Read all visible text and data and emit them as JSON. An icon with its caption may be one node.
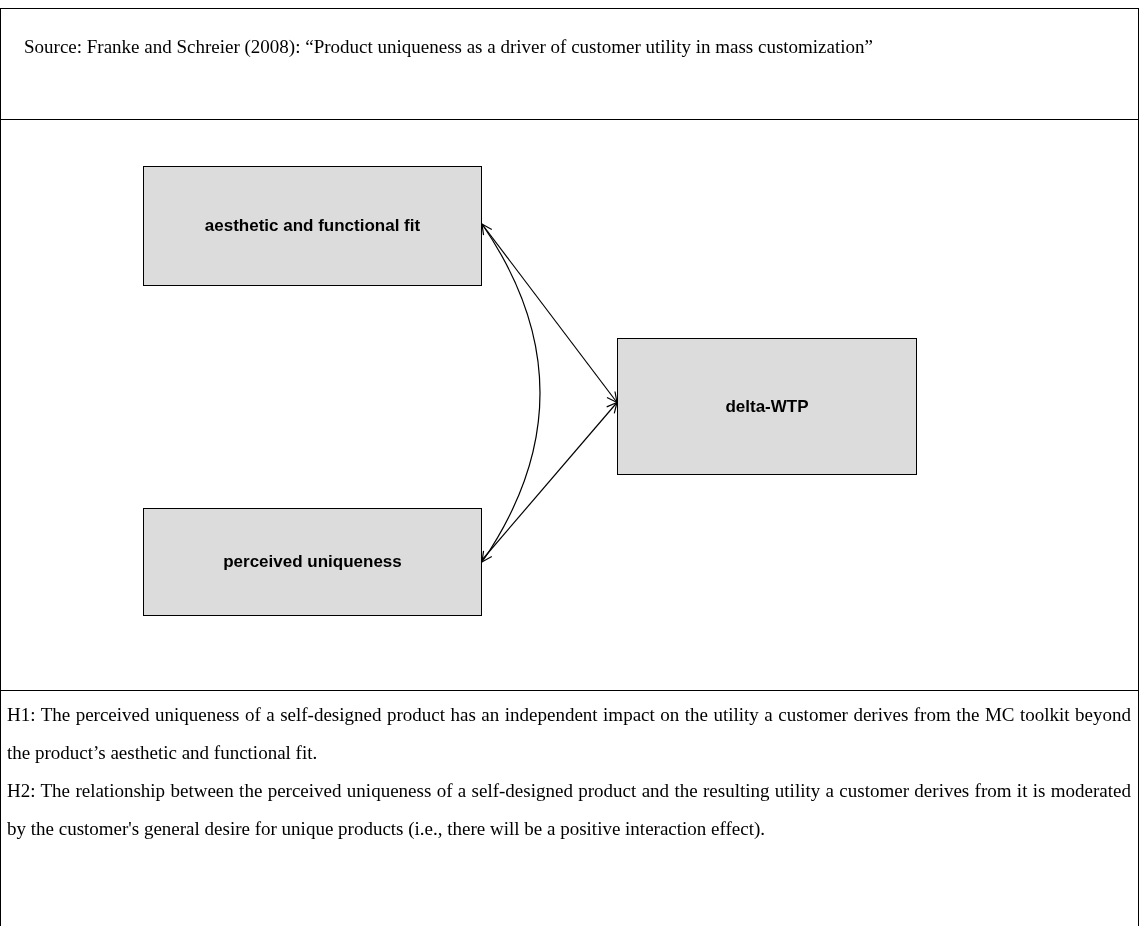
{
  "diagram": {
    "nodes": [
      {
        "text": [
          "aesthetic and functional fit"
        ]
      },
      {
        "text": [
          "perceived uniqueness"
        ]
      },
      {
        "text": [
          "delta-WTP"
        ]
      }
    ],
    "edges": [
      {
        "from": 0,
        "to": 2,
        "arrow": "to"
      },
      {
        "from": 1,
        "to": 2,
        "arrow": "to"
      },
      {
        "from": 0,
        "to": 1,
        "arrow": "both"
      }
    ],
    "labels": [
      "Source: Franke and Schreier (2008): “Product uniqueness as a driver of customer utility in mass customization”",
      "H1: The perceived uniqueness of a self-designed product has an independent impact on the utility a customer derives from the MC toolkit beyond the product’s aesthetic and functional fit.",
      "H2: The relationship between the perceived uniqueness of a self-designed product and the resulting utility a customer derives from it is moderated by the customer's general desire for unique products (i.e., there will be a positive interaction effect)."
    ]
  }
}
